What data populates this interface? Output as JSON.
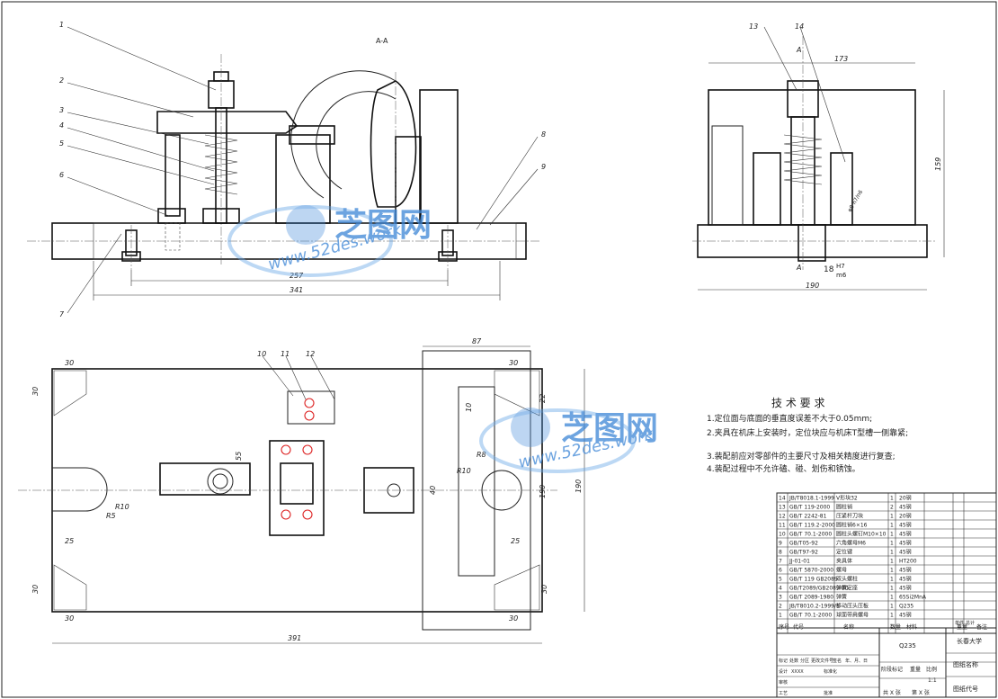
{
  "section_title": "A-A",
  "section_marker": "A",
  "leaders_front": [
    "1",
    "2",
    "3",
    "4",
    "5",
    "6",
    "7",
    "8",
    "9"
  ],
  "leaders_side": [
    "13",
    "14"
  ],
  "leaders_plan": [
    "10",
    "11",
    "12"
  ],
  "dims_front": {
    "inner": "257",
    "outer": "341"
  },
  "dims_side": {
    "width": "173",
    "height": "159",
    "base": "190",
    "fit_size": "18",
    "fit_upper": "H7",
    "fit_lower": "m6",
    "bolt": "φ8 h7/n6"
  },
  "dims_plan": {
    "top_left": "30",
    "top_right": "30",
    "bot_left": "30",
    "bot_right": "30",
    "left_side_top": "30",
    "left_side_bot": "30",
    "right_side_bot": "30",
    "slot_left": "25",
    "slot_right": "25",
    "r_left": "R10",
    "r_left2": "R5",
    "r_right": "R10",
    "r_right2": "R8",
    "len": "55",
    "total_len": "391",
    "width": "190",
    "vee_width": "87",
    "d22": "22",
    "d10": "10",
    "d40": "40",
    "d190": "190"
  },
  "tech_req": {
    "title": "技 术 要 求",
    "items": [
      "1.定位面与底面的垂直度误差不大于0.05mm;",
      "2.夹具在机床上安装时，定位块应与机床T型槽一侧靠紧;",
      "3.装配前应对零部件的主要尺寸及相关精度进行复查;",
      "4.装配过程中不允许磕、碰、划伤和锈蚀。"
    ]
  },
  "watermark": {
    "brand": "芝图网",
    "url": "www.52des.work"
  },
  "bom_rows": [
    [
      "14",
      "JB/T8018.1-1999",
      "V形块32",
      "1",
      "20钢",
      ""
    ],
    [
      "13",
      "GB/T 119-2000",
      "圆柱销",
      "2",
      "45钢",
      ""
    ],
    [
      "12",
      "GB/T 2242-81",
      "压紧杆刀块",
      "1",
      "20钢",
      ""
    ],
    [
      "11",
      "GB/T 119.2-2000",
      "圆柱销6×16",
      "1",
      "45钢",
      ""
    ],
    [
      "10",
      "GB/T 70.1-2000",
      "圆柱头螺钉M10×10",
      "1",
      "45钢",
      ""
    ],
    [
      "9",
      "GB/T05-92",
      "六角螺母M6",
      "1",
      "45钢",
      ""
    ],
    [
      "8",
      "GB/T97-92",
      "定位键",
      "1",
      "45钢",
      ""
    ],
    [
      "7",
      "JJ-01-01",
      "夹具体",
      "1",
      "HT200",
      ""
    ],
    [
      "6",
      "GB/T 5870-2000",
      "螺母",
      "1",
      "45钢",
      ""
    ],
    [
      "5",
      "GB/T 119 GB2089",
      "双头螺柱",
      "1",
      "45钢",
      ""
    ],
    [
      "4",
      "GB/T2089/GB2089-80",
      "弹簧定座",
      "1",
      "45钢",
      ""
    ],
    [
      "3",
      "GB/T 2089-1980",
      "弹簧",
      "1",
      "65Si2MnA",
      ""
    ],
    [
      "2",
      "JB/T8010.2-1999/5",
      "移动压头压板",
      "1",
      "Q235",
      ""
    ],
    [
      "1",
      "GB/T 70.1-2000",
      "球面带肩螺母",
      "1",
      "45钢",
      ""
    ]
  ],
  "bom_header": [
    "序号",
    "代号",
    "名称",
    "数量",
    "材料",
    "重量",
    "备注"
  ],
  "bom_header_extra": [
    "单件",
    "总计"
  ],
  "title_block": {
    "material": "Q235",
    "university": "长春大学",
    "drawing_name": "图纸名称",
    "drawing_code": "图纸代号",
    "scale_label": "比例",
    "scale": "1:1",
    "stage_label": "阶段标记",
    "weight_label": "重量",
    "mark_label": "标记",
    "count_label": "处数",
    "zone_label": "分区",
    "change_label": "更改文件号",
    "sign_label": "签名",
    "date_label": "年、月、日",
    "design_label": "设计",
    "design_name": "XXXX",
    "std_label": "标准化",
    "review_label": "审核",
    "process_label": "工艺",
    "approve_label": "批准",
    "sheets": "共 X 张",
    "sheet_no": "第 X 张"
  }
}
